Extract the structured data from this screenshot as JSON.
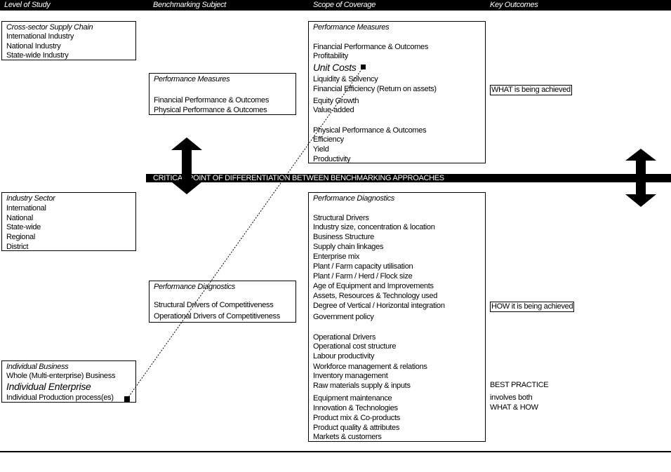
{
  "headers": {
    "level": "Level of Study",
    "subject": "Benchmarking Subject",
    "scope": "Scope of Coverage",
    "outcomes": "Key Outcomes"
  },
  "level_boxes": {
    "supply_chain": {
      "title": "Cross-sector Supply Chain",
      "items": [
        "International Industry",
        "National Industry",
        "State-wide Industry"
      ]
    },
    "industry_sector": {
      "title": "Industry Sector",
      "items": [
        "International",
        "National",
        "State-wide",
        "Regional",
        "District"
      ]
    },
    "individual_business": {
      "title": "Individual Business",
      "items": [
        "Whole (Multi-enterprise) Business",
        "Individual Enterprise",
        "Individual Production process(es)"
      ]
    }
  },
  "subject_boxes": {
    "performance_measures": {
      "title": "Performance Measures",
      "items": [
        "Financial Performance & Outcomes",
        "Physical Performance & Outcomes"
      ]
    },
    "performance_diagnostics": {
      "title": "Performance Diagnostics",
      "items": [
        "Structural Drivers of Competitiveness",
        "Operational Drivers of Competitiveness"
      ]
    }
  },
  "scope_measures": {
    "title": "Performance Measures",
    "items": [
      "Financial Performance & Outcomes",
      "Profitability",
      "Unit Costs",
      "Liquidity & Solvency",
      "Financial Efficiency (Return on assets)",
      "Equity Growth",
      "Value-added",
      "Physical Performance & Outcomes",
      "Efficiency",
      "Yield",
      "Productivity"
    ]
  },
  "scope_diagnostics": {
    "title": "Performance Diagnostics",
    "items": [
      "Structural Drivers",
      "Industry size, concentration & location",
      "Business Structure",
      "Supply chain linkages",
      "Enterprise mix",
      "Plant / Farm capacity utilisation",
      "Plant / Farm / Herd / Flock size",
      "Age of Equipment and Improvements",
      "Assets, Resources & Technology used",
      "Degree of Vertical / Horizontal integration",
      "Government policy",
      "Operational Drivers",
      "Operational cost structure",
      "Labour productivity",
      "Workforce management & relations",
      "Inventory management",
      "Raw materials supply & inputs",
      "Equipment maintenance",
      "Innovation & Technologies",
      "Product mix & Co-products",
      "Product quality & attributes",
      "Markets & customers"
    ]
  },
  "critical_point": "CRITICAL POINT OF DIFFERENTIATION BETWEEN BENCHMARKING APPROACHES",
  "outcomes": {
    "what": "WHAT is being achieved",
    "how": "HOW it is being achieved",
    "best_practice": [
      "BEST PRACTICE",
      "involves both",
      "WHAT & HOW"
    ]
  }
}
